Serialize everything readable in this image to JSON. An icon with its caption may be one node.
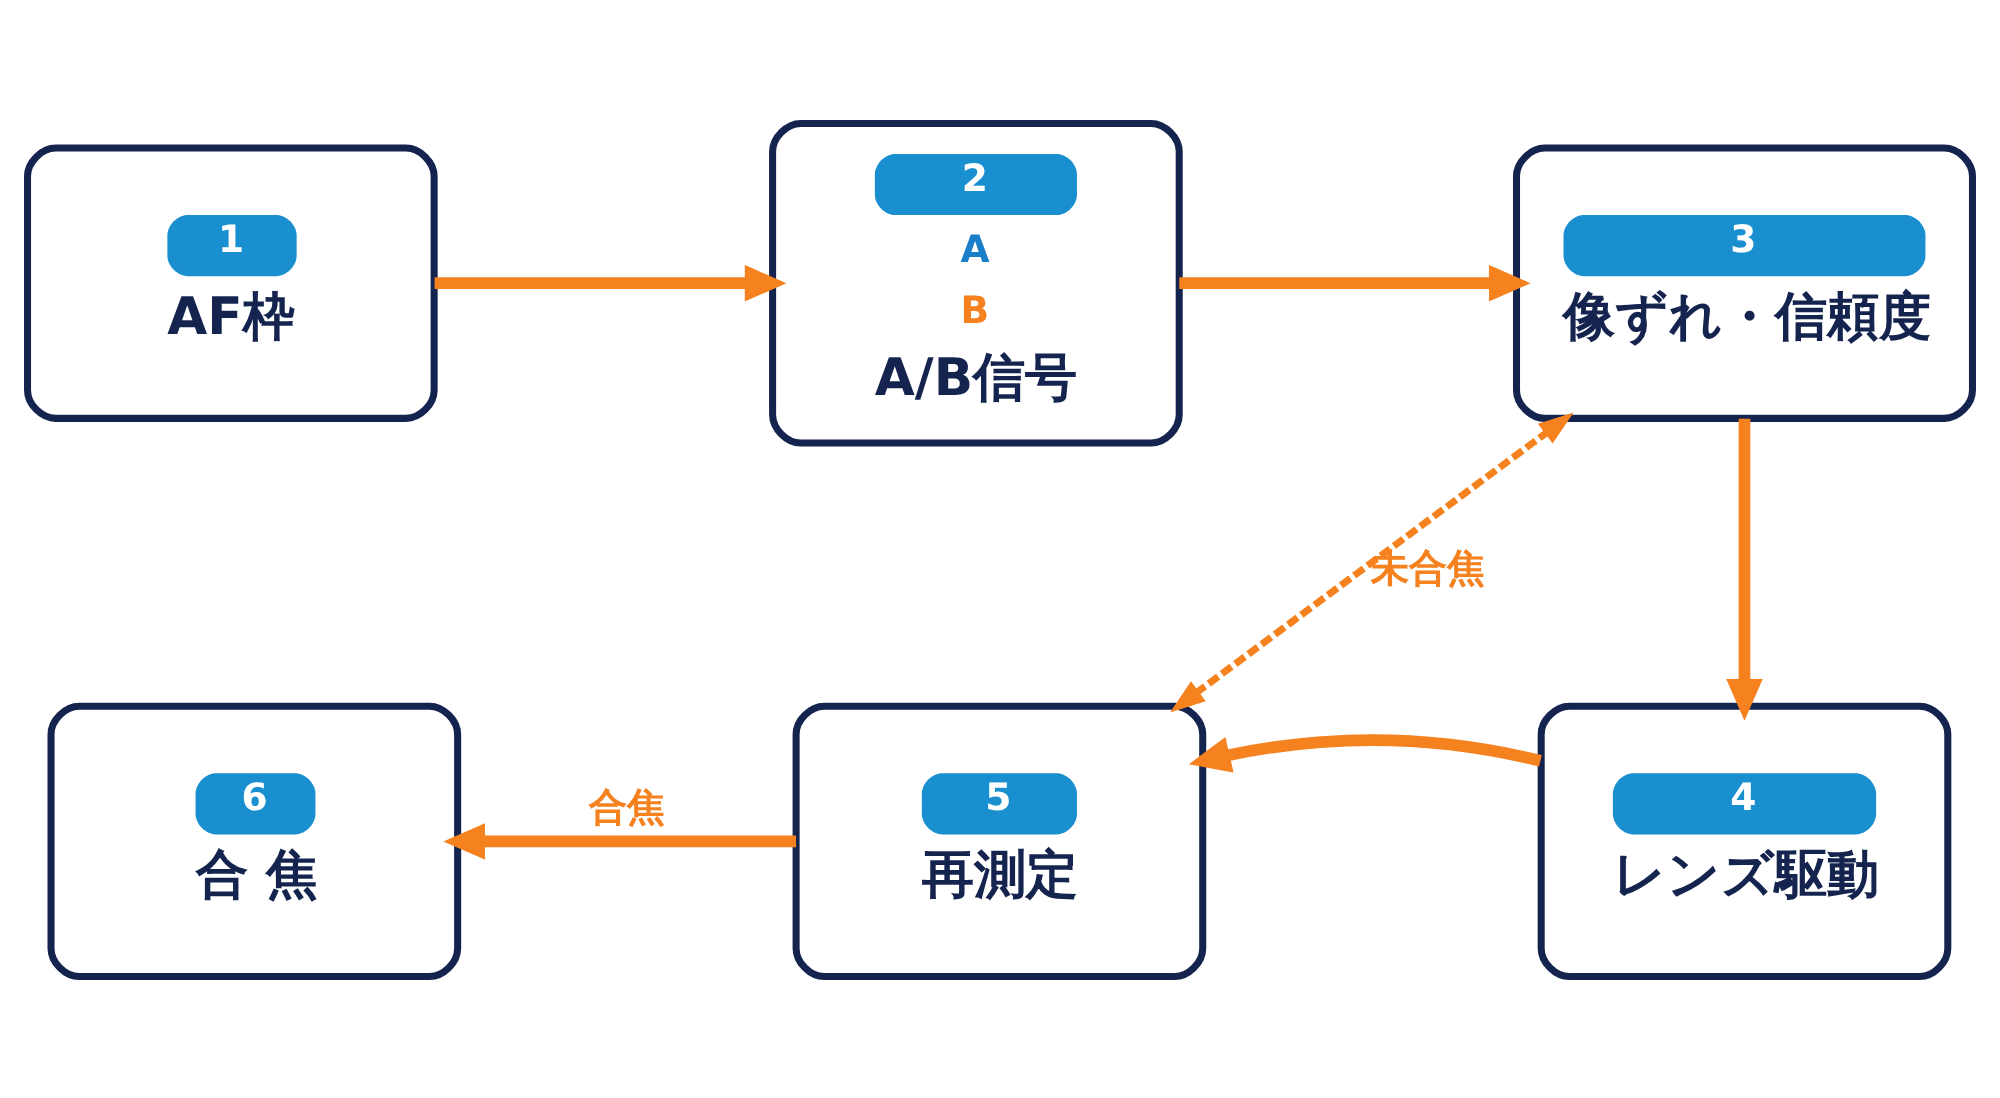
{
  "diagram": {
    "nodes": [
      {
        "text": [
          "1",
          "AF枠"
        ]
      },
      {
        "text": [
          "2",
          "A",
          "B",
          "A/B信号"
        ]
      },
      {
        "text": [
          "3",
          "像ずれ・信頼度"
        ]
      },
      {
        "text": [
          "4",
          "レンズ駆動"
        ]
      },
      {
        "text": [
          "5",
          "再測定"
        ]
      },
      {
        "text": [
          "6",
          "合 焦"
        ]
      }
    ],
    "edges": [
      {
        "from": 0,
        "to": 1,
        "arrow": "to"
      },
      {
        "from": 1,
        "to": 2,
        "arrow": "to"
      },
      {
        "from": 2,
        "to": 3,
        "arrow": "to"
      },
      {
        "from": 3,
        "to": 4,
        "arrow": "to"
      },
      {
        "from": 4,
        "to": 2,
        "arrow": "both",
        "label": "未合焦",
        "style": "dashed"
      },
      {
        "from": 4,
        "to": 5,
        "arrow": "to",
        "label": "合焦"
      }
    ]
  }
}
